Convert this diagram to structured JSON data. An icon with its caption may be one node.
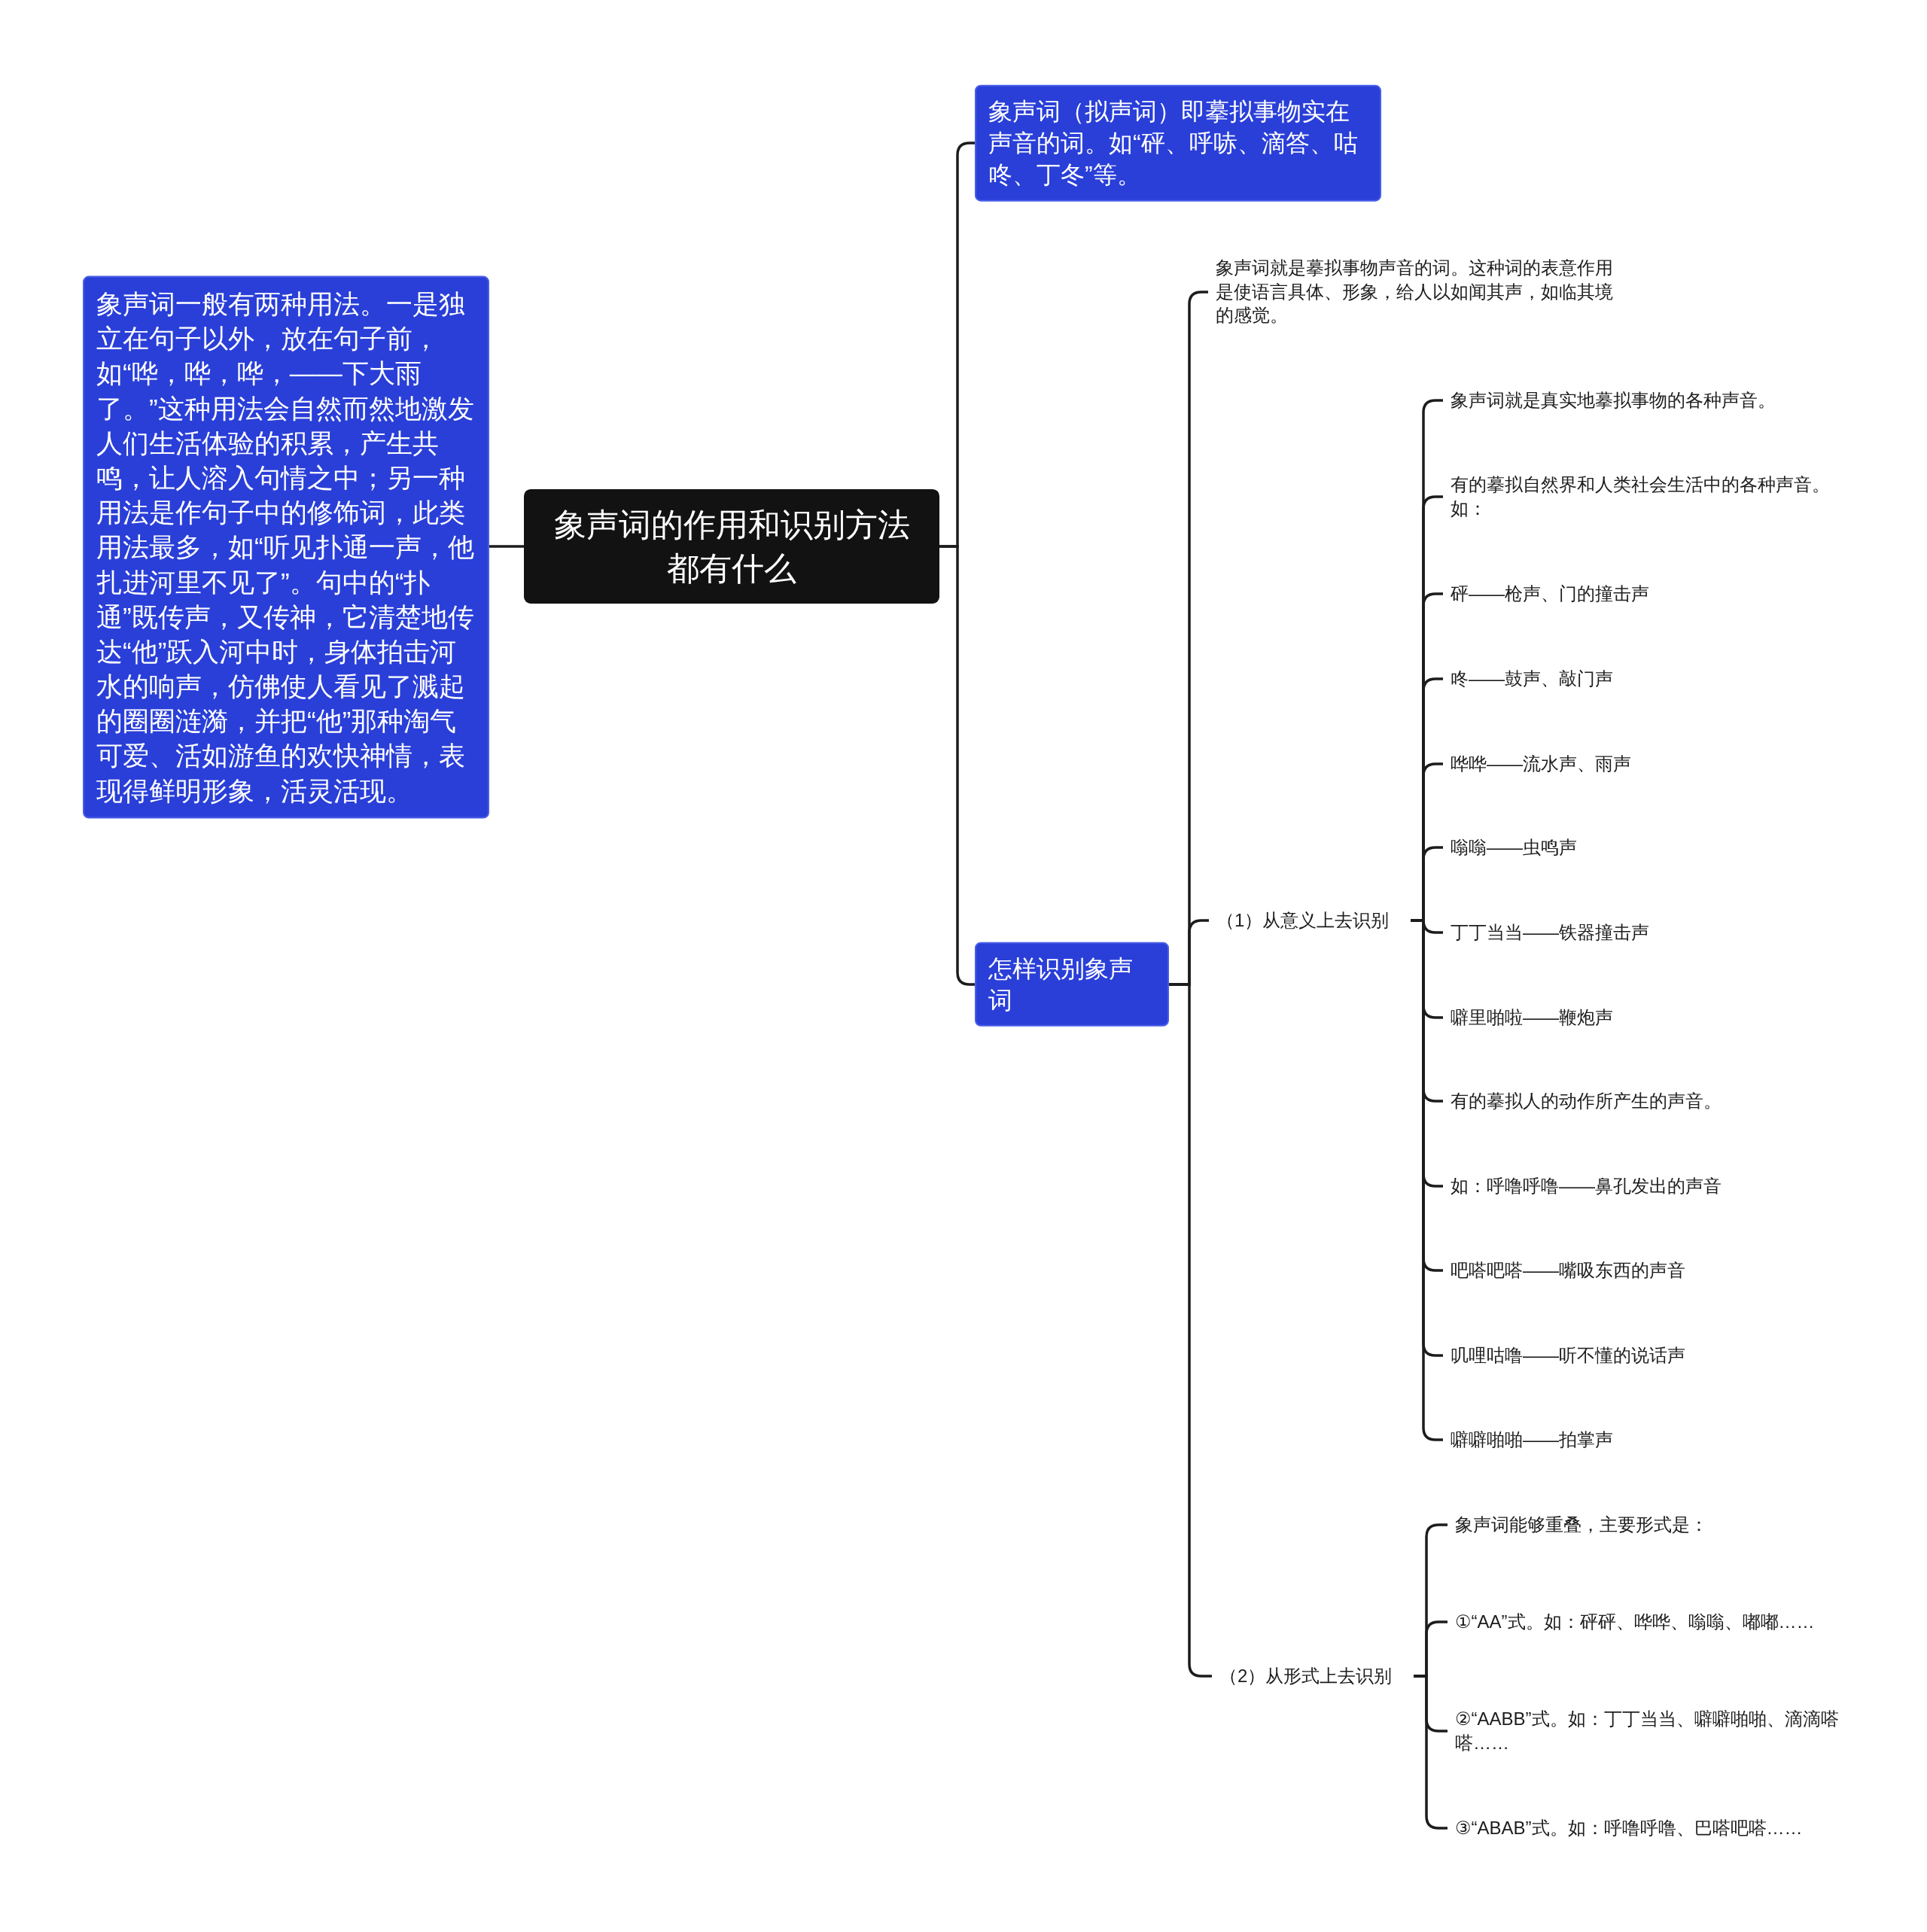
{
  "diagram": {
    "nodes": [
      {
        "text": [
          "象声词的作用和识别方法都有什么"
        ]
      },
      {
        "text": [
          "象声词一般有两种用法。一是独立在句子以外，放在句子前，如“哗，哗，哗，——下大雨了。”这种用法会自然而然地激发人们生活体验的积累，产生共鸣，让人溶入句情之中；另一种用法是作句子中的修饰词，此类用法最多，如“听见扑通一声，他扎进河里不见了”。句中的“扑通”既传声，又传神，它清楚地传达“他”跃入河中时，身体拍击河水的响声，仿佛使人看见了溅起的圈圈涟漪，并把“他”那种淘气可爱、活如游鱼的欢快神情，表现得鲜明形象，活灵活现。"
        ]
      },
      {
        "text": [
          "象声词（拟声词）即摹拟事物实在声音的词。如“砰、呼哧、滴答、咕咚、丁冬”等。"
        ]
      },
      {
        "text": [
          "怎样识别象声词"
        ]
      },
      {
        "text": [
          "象声词就是摹拟事物声音的词。这种词的表意作用是使语言具体、形象，给人以如闻其声，如临其境的感觉。"
        ]
      },
      {
        "text": [
          "（1）从意义上去识别"
        ]
      },
      {
        "text": [
          "象声词就是真实地摹拟事物的各种声音。"
        ]
      },
      {
        "text": [
          "有的摹拟自然界和人类社会生活中的各种声音。如："
        ]
      },
      {
        "text": [
          "砰——枪声、门的撞击声"
        ]
      },
      {
        "text": [
          "咚——鼓声、敲门声"
        ]
      },
      {
        "text": [
          "哗哗——流水声、雨声"
        ]
      },
      {
        "text": [
          "嗡嗡——虫鸣声"
        ]
      },
      {
        "text": [
          "丁丁当当——铁器撞击声"
        ]
      },
      {
        "text": [
          "噼里啪啦——鞭炮声"
        ]
      },
      {
        "text": [
          "有的摹拟人的动作所产生的声音。"
        ]
      },
      {
        "text": [
          "如：呼噜呼噜——鼻孔发出的声音"
        ]
      },
      {
        "text": [
          "吧嗒吧嗒——嘴吸东西的声音"
        ]
      },
      {
        "text": [
          "叽哩咕噜——听不懂的说话声"
        ]
      },
      {
        "text": [
          "噼噼啪啪——拍掌声"
        ]
      },
      {
        "text": [
          "（2）从形式上去识别"
        ]
      },
      {
        "text": [
          "象声词能够重叠，主要形式是："
        ]
      },
      {
        "text": [
          "①“AA”式。如：砰砰、哗哗、嗡嗡、嘟嘟……"
        ]
      },
      {
        "text": [
          "②“AABB”式。如：丁丁当当、噼噼啪啪、滴滴嗒嗒……"
        ]
      },
      {
        "text": [
          "③“ABAB”式。如：呼噜呼噜、巴嗒吧嗒……"
        ]
      }
    ],
    "edges": [
      {
        "from": 0,
        "to": 1,
        "arrow": "none"
      },
      {
        "from": 0,
        "to": 2,
        "arrow": "none"
      },
      {
        "from": 0,
        "to": 3,
        "arrow": "none"
      },
      {
        "from": 3,
        "to": 4,
        "arrow": "none"
      },
      {
        "from": 3,
        "to": 5,
        "arrow": "none"
      },
      {
        "from": 3,
        "to": 19,
        "arrow": "none"
      },
      {
        "from": 5,
        "to": 6,
        "arrow": "none"
      },
      {
        "from": 5,
        "to": 7,
        "arrow": "none"
      },
      {
        "from": 5,
        "to": 8,
        "arrow": "none"
      },
      {
        "from": 5,
        "to": 9,
        "arrow": "none"
      },
      {
        "from": 5,
        "to": 10,
        "arrow": "none"
      },
      {
        "from": 5,
        "to": 11,
        "arrow": "none"
      },
      {
        "from": 5,
        "to": 12,
        "arrow": "none"
      },
      {
        "from": 5,
        "to": 13,
        "arrow": "none"
      },
      {
        "from": 5,
        "to": 14,
        "arrow": "none"
      },
      {
        "from": 5,
        "to": 15,
        "arrow": "none"
      },
      {
        "from": 5,
        "to": 16,
        "arrow": "none"
      },
      {
        "from": 5,
        "to": 17,
        "arrow": "none"
      },
      {
        "from": 5,
        "to": 18,
        "arrow": "none"
      },
      {
        "from": 19,
        "to": 20,
        "arrow": "none"
      },
      {
        "from": 19,
        "to": 21,
        "arrow": "none"
      },
      {
        "from": 19,
        "to": 22,
        "arrow": "none"
      },
      {
        "from": 19,
        "to": 23,
        "arrow": "none"
      }
    ]
  }
}
